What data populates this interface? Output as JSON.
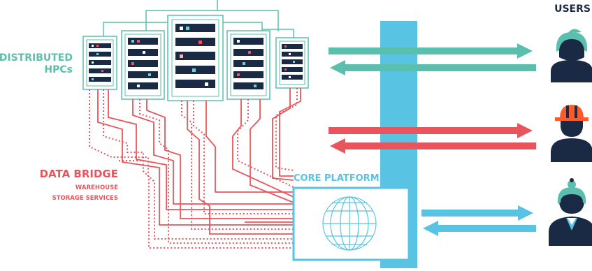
{
  "labels": {
    "users": "USERS",
    "hpc_line1": "DISTRIBUTED",
    "hpc_line2": "HPCs",
    "data_bridge": "DATA BRIDGE",
    "warehouse": "WAREHOUSE",
    "storage": "STORAGE SERVICES",
    "core_platform": "CORE PLATFORM"
  },
  "colors": {
    "teal": "#5bbfae",
    "red": "#e8555d",
    "blue": "#58c3e3",
    "navy": "#1b2a44",
    "orange": "#ff5a2a",
    "light_teal": "#6dd3cf"
  },
  "icons": [
    "server-icon",
    "globe-icon",
    "user-icon",
    "worker-hardhat-icon",
    "business-user-icon"
  ]
}
